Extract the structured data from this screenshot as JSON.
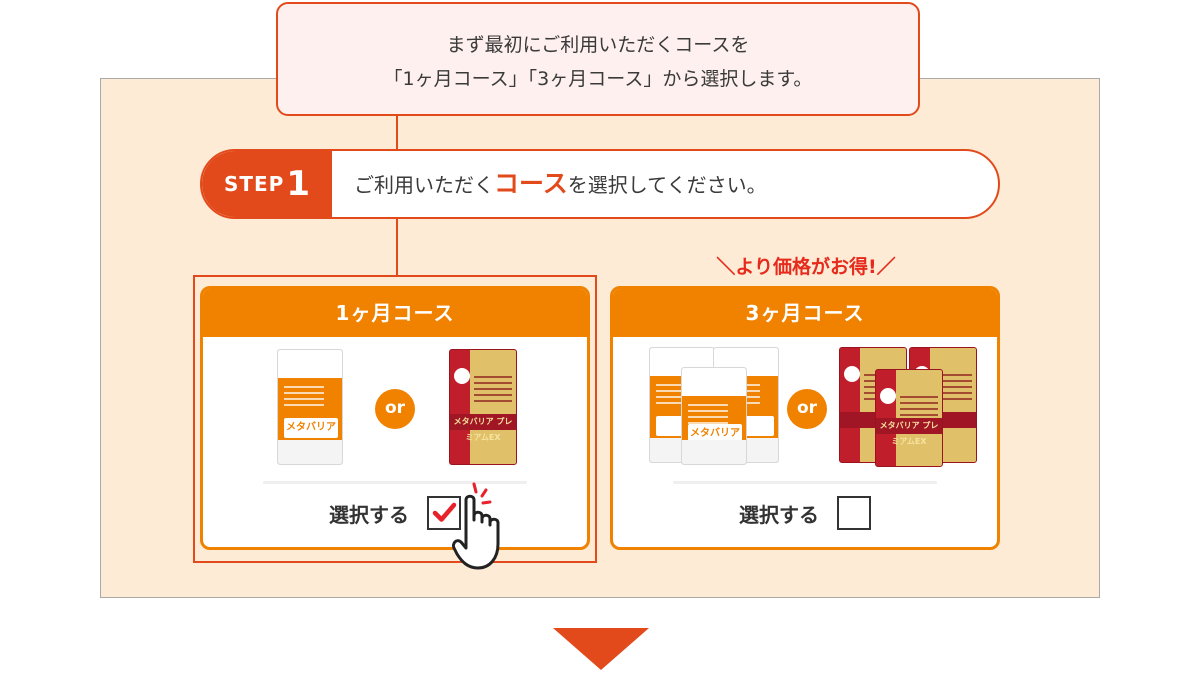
{
  "callout": {
    "line1": "まず最初にご利用いただくコースを",
    "line2": "「1ヶ月コース」「3ヶ月コース」から選択します。"
  },
  "step": {
    "word": "STEP",
    "number": "1",
    "text_before": "ご利用いただく",
    "text_accent": "コース",
    "text_after": "を選択してください。"
  },
  "promo": "＼より価格がお得!／",
  "courses": [
    {
      "title": "1ヶ月コース",
      "or_label": "or",
      "select_label": "選択する",
      "checked": true,
      "product_label_white": "メタバリア",
      "product_label_red": "メタバリア プレミアムEX"
    },
    {
      "title": "3ヶ月コース",
      "or_label": "or",
      "select_label": "選択する",
      "checked": false,
      "product_label_white": "メタバリア",
      "product_label_red": "メタバリア プレミアムEX"
    }
  ],
  "colors": {
    "accent_red_orange": "#e24a1c",
    "card_orange": "#f08200",
    "panel_background": "#fdebd5",
    "callout_background": "#fdf0ee",
    "promo_red": "#e62a1c",
    "check_red": "#e8212b"
  },
  "icons": {
    "checkmark": "checkmark-icon",
    "cursor": "hand-pointer-icon",
    "arrow": "down-arrow-icon"
  }
}
